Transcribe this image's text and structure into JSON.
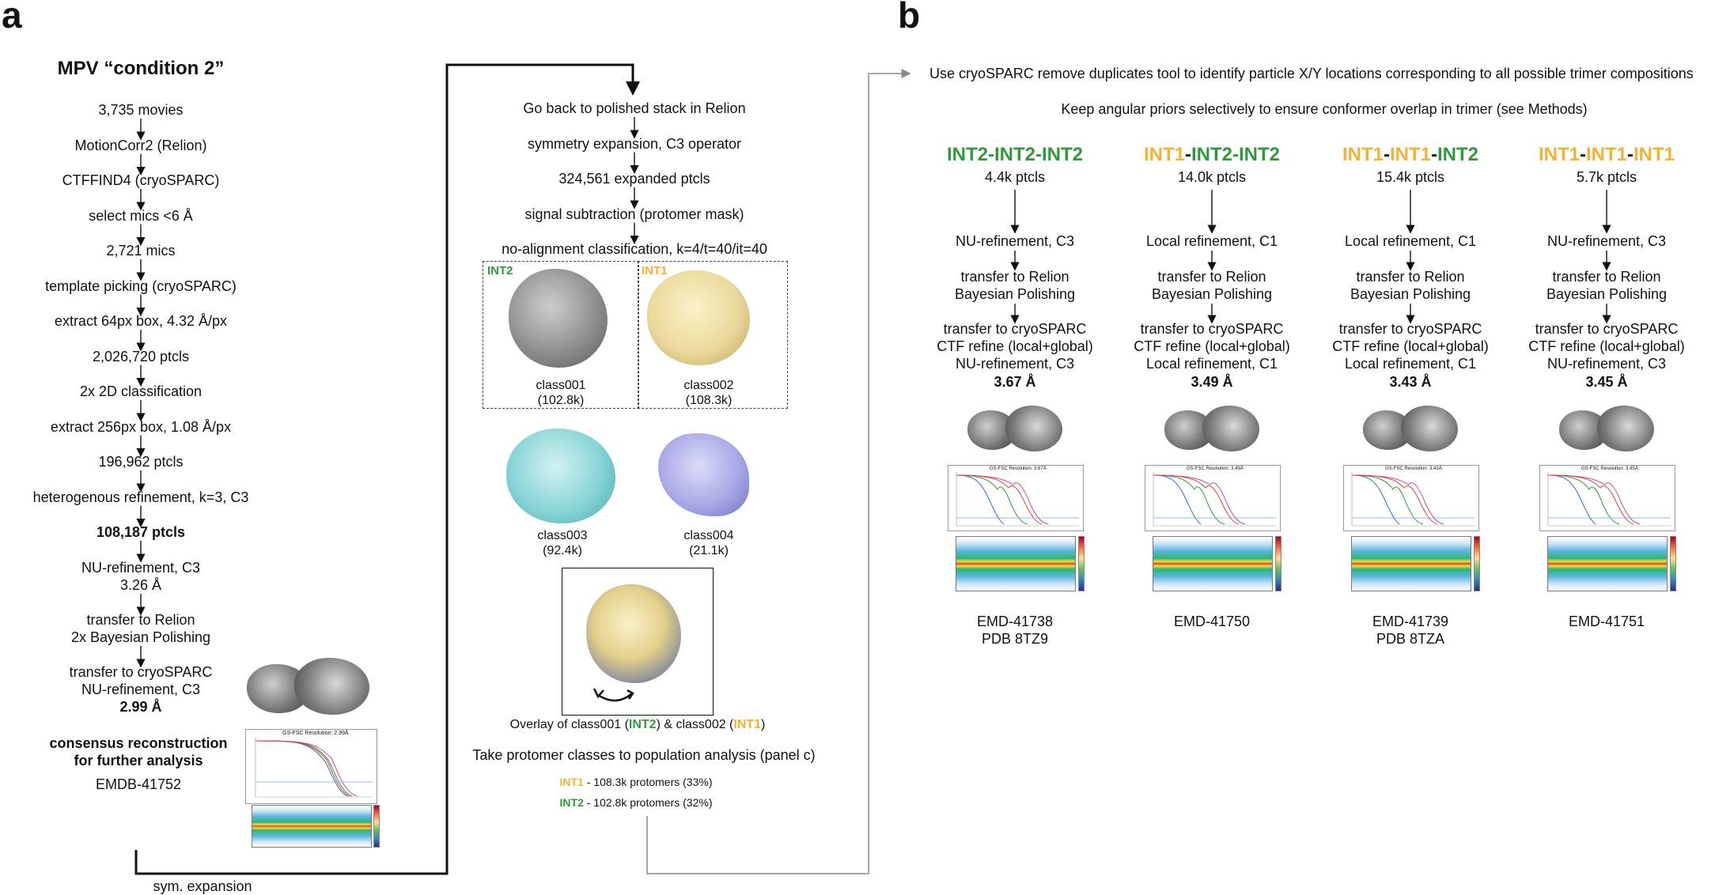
{
  "panel_a": {
    "label": "a",
    "title": "MPV “condition 2”",
    "steps": [
      "3,735 movies",
      "MotionCorr2 (Relion)",
      "CTFFIND4 (cryoSPARC)",
      "select mics <6 Å",
      "2,721 mics",
      "template picking (cryoSPARC)",
      "extract 64px box, 4.32 Å/px",
      "2,026,720 ptcls",
      "2x 2D classification",
      "extract 256px box, 1.08 Å/px",
      "196,962 ptcls",
      "heterogenous refinement, k=3, C3",
      "108,187 ptcls"
    ],
    "nu_refine": {
      "line1": "NU-refinement, C3",
      "line2": "3.26 Å"
    },
    "relion_polish": {
      "line1": "transfer to Relion",
      "line2": "2x Bayesian Polishing"
    },
    "cryosparc_final": {
      "line1": "transfer to cryoSPARC",
      "line2": "NU-refinement, C3",
      "line3": "2.99 Å"
    },
    "consensus": {
      "line1": "consensus reconstruction",
      "line2": "for further analysis",
      "emdb": "EMDB-41752"
    },
    "sym_expansion": "sym. expansion",
    "fsc_title": "GS-FSC Resolution: 2.99Å"
  },
  "middle": {
    "steps": [
      "Go back to polished stack in Relion",
      "symmetry expansion, C3 operator",
      "324,561 expanded ptcls",
      "signal subtraction (protomer mask)",
      "no-alignment classification, k=4/t=40/it=40"
    ],
    "box_labels": {
      "int2": "INT2",
      "int1": "INT1"
    },
    "classes": [
      {
        "name": "class001",
        "count": "(102.8k)",
        "color": "#8f8f8f"
      },
      {
        "name": "class002",
        "count": "(108.3k)",
        "color": "#ead99a"
      },
      {
        "name": "class003",
        "count": "(92.4k)",
        "color": "#88d4d6"
      },
      {
        "name": "class004",
        "count": "(21.1k)",
        "color": "#a9a9e6"
      }
    ],
    "overlay": {
      "prefix": "Overlay of class001 (",
      "int2": "INT2",
      "mid": ") & class002 (",
      "int1": "INT1",
      "suffix": ")"
    },
    "population": {
      "title": "Take protomer classes to population analysis (panel c)",
      "int1_label": "INT1",
      "int1_text": " - 108.3k protomers (33%)",
      "int2_label": "INT2",
      "int2_text": " - 102.8k protomers (32%)"
    }
  },
  "panel_b": {
    "label": "b",
    "line1": "Use cryoSPARC remove duplicates tool to identify particle X/Y locations corresponding to all possible trimer compositions",
    "line2": "Keep angular priors selectively to ensure conformer overlap in trimer (see Methods)",
    "columns": [
      {
        "title": [
          {
            "text": "INT2",
            "color": "#2e9b3a"
          },
          {
            "text": "-",
            "color": "#2e9b3a"
          },
          {
            "text": "INT2",
            "color": "#2e9b3a"
          },
          {
            "text": "-",
            "color": "#2e9b3a"
          },
          {
            "text": "INT2",
            "color": "#2e9b3a"
          }
        ],
        "ptcls": "4.4k ptcls",
        "refine": "NU-refinement, C3",
        "relion1": "transfer to Relion",
        "relion2": "Bayesian Polishing",
        "cs1": "transfer to cryoSPARC",
        "cs2": "CTF refine (local+global)",
        "cs3": "NU-refinement, C3",
        "res": "3.67 Å",
        "fsc_title": "GS-FSC Resolution: 3.67Å",
        "acc1": "EMD-41738",
        "acc2": "PDB 8TZ9"
      },
      {
        "title": [
          {
            "text": "INT1",
            "color": "#f2b233"
          },
          {
            "text": "-",
            "color": "#111111"
          },
          {
            "text": "INT2",
            "color": "#2e9b3a"
          },
          {
            "text": "-",
            "color": "#2e9b3a"
          },
          {
            "text": "INT2",
            "color": "#2e9b3a"
          }
        ],
        "ptcls": "14.0k ptcls",
        "refine": "Local refinement, C1",
        "relion1": "transfer to Relion",
        "relion2": "Bayesian Polishing",
        "cs1": "transfer to cryoSPARC",
        "cs2": "CTF refine (local+global)",
        "cs3": "Local refinement, C1",
        "res": "3.49 Å",
        "fsc_title": "GS-FSC Resolution: 3.49Å",
        "acc1": "EMD-41750",
        "acc2": ""
      },
      {
        "title": [
          {
            "text": "INT1",
            "color": "#f2b233"
          },
          {
            "text": "-",
            "color": "#111111"
          },
          {
            "text": "INT1",
            "color": "#f2b233"
          },
          {
            "text": "-",
            "color": "#111111"
          },
          {
            "text": "INT2",
            "color": "#2e9b3a"
          }
        ],
        "ptcls": "15.4k ptcls",
        "refine": "Local refinement, C1",
        "relion1": "transfer to Relion",
        "relion2": "Bayesian Polishing",
        "cs1": "transfer to cryoSPARC",
        "cs2": "CTF refine (local+global)",
        "cs3": "Local refinement, C1",
        "res": "3.43 Å",
        "fsc_title": "GS-FSC Resolution: 3.43Å",
        "acc1": "EMD-41739",
        "acc2": "PDB 8TZA"
      },
      {
        "title": [
          {
            "text": "INT1",
            "color": "#f2b233"
          },
          {
            "text": "-",
            "color": "#111111"
          },
          {
            "text": "INT1",
            "color": "#f2b233"
          },
          {
            "text": "-",
            "color": "#111111"
          },
          {
            "text": "INT1",
            "color": "#f2b233"
          }
        ],
        "ptcls": "5.7k ptcls",
        "refine": "NU-refinement, C3",
        "relion1": "transfer to Relion",
        "relion2": "Bayesian Polishing",
        "cs1": "transfer to cryoSPARC",
        "cs2": "CTF refine (local+global)",
        "cs3": "NU-refinement, C3",
        "res": "3.45 Å",
        "fsc_title": "GS-FSC Resolution: 3.45Å",
        "acc1": "EMD-41751",
        "acc2": ""
      }
    ]
  },
  "colors": {
    "int2_green": "#2e9b3a",
    "int1_yellow": "#f2b233",
    "arrow_gray": "#888888"
  }
}
